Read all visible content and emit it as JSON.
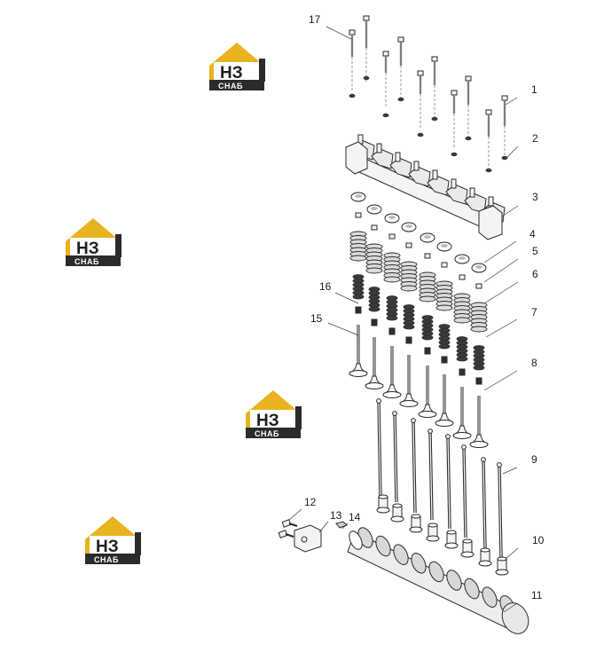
{
  "diagram": {
    "type": "exploded-parts-view",
    "callouts": [
      "1",
      "2",
      "3",
      "4",
      "5",
      "6",
      "7",
      "8",
      "9",
      "10",
      "11",
      "12",
      "13",
      "14",
      "15",
      "16",
      "17"
    ]
  },
  "watermark": {
    "brand_main": "НЗ",
    "brand_sub": "СНАБ",
    "colors": {
      "gold": "#e9b320",
      "dark": "#2b2b2b",
      "white": "#ffffff"
    }
  },
  "colors": {
    "line": "#2a2a2a",
    "part_fill": "#f4f4f4",
    "spring_fill": "#dcdcdc",
    "background": "#ffffff"
  }
}
